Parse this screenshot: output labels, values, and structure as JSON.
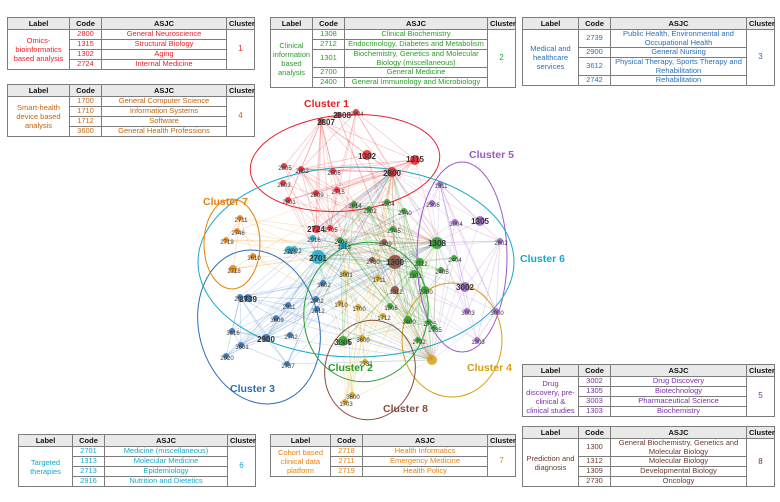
{
  "headers": {
    "label": "Label",
    "code": "Code",
    "asjc": "ASJC",
    "cluster": "Cluster"
  },
  "tables": [
    {
      "id": "t1",
      "label": "Omics-bioinformatics based analysis",
      "cluster": "1",
      "color": "#e8202a",
      "rows": [
        {
          "code": "2800",
          "asjc": "General Neuroscience"
        },
        {
          "code": "1315",
          "asjc": "Structural Biology"
        },
        {
          "code": "1302",
          "asjc": "Aging"
        },
        {
          "code": "2724",
          "asjc": "Internal Medicine"
        }
      ]
    },
    {
      "id": "t2",
      "label": "Clinical information based analysis",
      "cluster": "2",
      "color": "#2a9d2a",
      "rows": [
        {
          "code": "1308",
          "asjc": "Clinical Biochemistry"
        },
        {
          "code": "2712",
          "asjc": "Endocrinology, Diabetes and Metabolism"
        },
        {
          "code": "1301",
          "asjc": "Biochemistry, Genetics and Molecular Biology (miscellaneous)"
        },
        {
          "code": "2700",
          "asjc": "General Medicine"
        },
        {
          "code": "2400",
          "asjc": "General Immunology and Microbiology"
        }
      ]
    },
    {
      "id": "t3",
      "label": "Medical and healthcare services",
      "cluster": "3",
      "color": "#2b6fb7",
      "rows": [
        {
          "code": "2739",
          "asjc": "Public Health, Environmental and Occupational Health"
        },
        {
          "code": "2900",
          "asjc": "General Nursing"
        },
        {
          "code": "3612",
          "asjc": "Physical Therapy, Sports Therapy and Rehabilitation"
        },
        {
          "code": "2742",
          "asjc": "Rehabilitation"
        }
      ]
    },
    {
      "id": "t4",
      "label": "Smart-health device based analysis",
      "cluster": "4",
      "color": "#c8640a",
      "rows": [
        {
          "code": "1700",
          "asjc": "General Computer Science"
        },
        {
          "code": "1710",
          "asjc": "Information Systems"
        },
        {
          "code": "1712",
          "asjc": "Software"
        },
        {
          "code": "3600",
          "asjc": "General Health Professions"
        }
      ]
    },
    {
      "id": "t5",
      "label": "Drug discovery, pre-clinical & clinical studies",
      "cluster": "5",
      "color": "#7a2fa8",
      "rows": [
        {
          "code": "3002",
          "asjc": "Drug Discovery"
        },
        {
          "code": "1305",
          "asjc": "Biotechnology"
        },
        {
          "code": "3003",
          "asjc": "Pharmaceutical Science"
        },
        {
          "code": "1303",
          "asjc": "Biochemistry"
        }
      ]
    },
    {
      "id": "t6",
      "label": "Targeted therapies",
      "cluster": "6",
      "color": "#17a8c8",
      "rows": [
        {
          "code": "2701",
          "asjc": "Medicine (miscellaneous)"
        },
        {
          "code": "1313",
          "asjc": "Molecular Medicine"
        },
        {
          "code": "2713",
          "asjc": "Epidemiology"
        },
        {
          "code": "2916",
          "asjc": "Nutrition and Dietetics"
        }
      ]
    },
    {
      "id": "t7",
      "label": "Cohort based clinical data platform",
      "cluster": "7",
      "color": "#e8820a",
      "rows": [
        {
          "code": "2718",
          "asjc": "Health Informatics"
        },
        {
          "code": "2711",
          "asjc": "Emergency Medicine"
        },
        {
          "code": "2719",
          "asjc": "Health Policy"
        }
      ]
    },
    {
      "id": "t8",
      "label": "Prediction and diagnosis",
      "cluster": "8",
      "color": "#6b3a2a",
      "rows": [
        {
          "code": "1300",
          "asjc": "General Biochemistry, Genetics and Molecular Biology"
        },
        {
          "code": "1312",
          "asjc": "Molecular Biology"
        },
        {
          "code": "1309",
          "asjc": "Developmental Biology"
        },
        {
          "code": "2730",
          "asjc": "Oncology"
        }
      ]
    }
  ],
  "network": {
    "clusters": [
      {
        "name": "Cluster 1",
        "color": "#e8202a"
      },
      {
        "name": "Cluster 2",
        "color": "#2a9d2a"
      },
      {
        "name": "Cluster 3",
        "color": "#2b6fb7"
      },
      {
        "name": "Cluster 4",
        "color": "#d4a017"
      },
      {
        "name": "Cluster 5",
        "color": "#9b59c9"
      },
      {
        "name": "Cluster 6",
        "color": "#17a8c8"
      },
      {
        "name": "Cluster 7",
        "color": "#e8820a"
      },
      {
        "name": "Cluster 8",
        "color": "#8b4a3a"
      }
    ],
    "nodes": [
      {
        "code": "2807",
        "c": 0
      },
      {
        "code": "2808",
        "c": 0
      },
      {
        "code": "2805",
        "c": 0
      },
      {
        "code": "2802",
        "c": 0
      },
      {
        "code": "2803",
        "c": 0
      },
      {
        "code": "1302",
        "c": 0
      },
      {
        "code": "1315",
        "c": 0
      },
      {
        "code": "2806",
        "c": 0
      },
      {
        "code": "2809",
        "c": 0
      },
      {
        "code": "2800",
        "c": 0
      },
      {
        "code": "2801",
        "c": 0
      },
      {
        "code": "2724",
        "c": 0
      },
      {
        "code": "2705",
        "c": 0
      },
      {
        "code": "2715",
        "c": 0
      },
      {
        "code": "2804",
        "c": 0
      },
      {
        "code": "1311",
        "c": 4
      },
      {
        "code": "2306",
        "c": 4
      },
      {
        "code": "1305",
        "c": 4
      },
      {
        "code": "2802",
        "c": 4
      },
      {
        "code": "3002",
        "c": 4
      },
      {
        "code": "3003",
        "c": 4
      },
      {
        "code": "3000",
        "c": 4
      },
      {
        "code": "1303",
        "c": 4
      },
      {
        "code": "3004",
        "c": 4
      },
      {
        "code": "2711",
        "c": 6
      },
      {
        "code": "2746",
        "c": 6
      },
      {
        "code": "2719",
        "c": 6
      },
      {
        "code": "3610",
        "c": 6
      },
      {
        "code": "2718",
        "c": 6
      },
      {
        "code": "2701",
        "c": 5
      },
      {
        "code": "1313",
        "c": 5
      },
      {
        "code": "2713",
        "c": 5
      },
      {
        "code": "2916",
        "c": 5
      },
      {
        "code": "2922",
        "c": 5
      },
      {
        "code": "1300",
        "c": 7
      },
      {
        "code": "1312",
        "c": 7
      },
      {
        "code": "1309",
        "c": 7
      },
      {
        "code": "2730",
        "c": 7
      },
      {
        "code": "1308",
        "c": 1
      },
      {
        "code": "2712",
        "c": 1
      },
      {
        "code": "1301",
        "c": 1
      },
      {
        "code": "2700",
        "c": 1
      },
      {
        "code": "2400",
        "c": 1
      },
      {
        "code": "2404",
        "c": 1
      },
      {
        "code": "2405",
        "c": 1
      },
      {
        "code": "2725",
        "c": 1
      },
      {
        "code": "2735",
        "c": 1
      },
      {
        "code": "2732",
        "c": 1
      },
      {
        "code": "3614",
        "c": 1
      },
      {
        "code": "2204",
        "c": 1
      },
      {
        "code": "2740",
        "c": 1
      },
      {
        "code": "2403",
        "c": 1
      },
      {
        "code": "2745",
        "c": 1
      },
      {
        "code": "2739",
        "c": 2
      },
      {
        "code": "2900",
        "c": 2
      },
      {
        "code": "3612",
        "c": 2
      },
      {
        "code": "2742",
        "c": 2
      },
      {
        "code": "2014",
        "c": 2
      },
      {
        "code": "2911",
        "c": 2
      },
      {
        "code": "3609",
        "c": 2
      },
      {
        "code": "3601",
        "c": 2
      },
      {
        "code": "3616",
        "c": 2
      },
      {
        "code": "2920",
        "c": 2
      },
      {
        "code": "2737",
        "c": 2
      },
      {
        "code": "3602",
        "c": 2
      },
      {
        "code": "2902",
        "c": 2
      },
      {
        "code": "1700",
        "c": 3
      },
      {
        "code": "1710",
        "c": 3
      },
      {
        "code": "1712",
        "c": 3
      },
      {
        "code": "3600",
        "c": 3
      },
      {
        "code": "3005",
        "c": 3
      },
      {
        "code": "2731",
        "c": 3
      },
      {
        "code": "3001",
        "c": 3
      },
      {
        "code": "1711",
        "c": 3
      },
      {
        "code": "1304",
        "c": 1
      },
      {
        "code": "2202",
        "c": 1
      },
      {
        "code": "1306",
        "c": 1
      },
      {
        "code": "1703",
        "c": 3
      },
      {
        "code": "3600",
        "c": 3
      }
    ]
  }
}
